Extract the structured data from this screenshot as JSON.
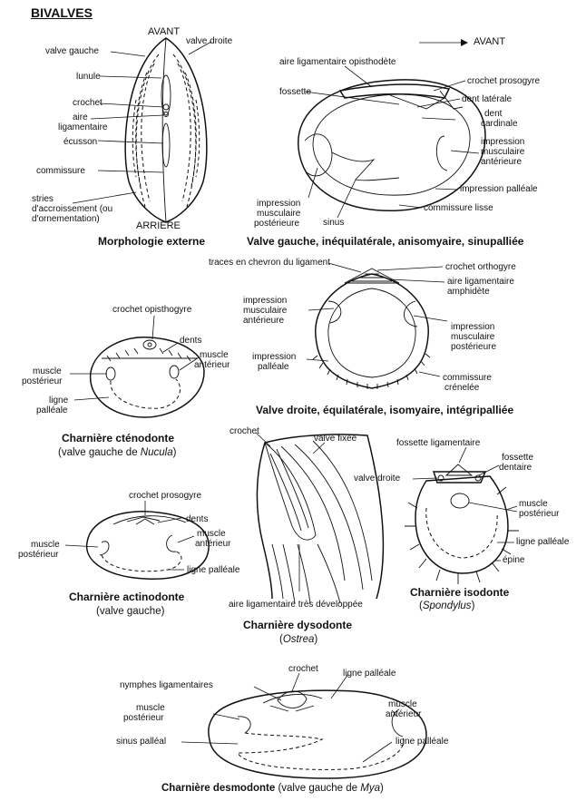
{
  "title": "BIVALVES",
  "panels": {
    "external": {
      "caption": "Morphologie externe",
      "labels": {
        "avant": "AVANT",
        "valve_gauche": "valve gauche",
        "valve_droite": "valve droite",
        "lunule": "lunule",
        "crochet": "crochet",
        "aire": "aire",
        "ligamentaire": "ligamentaire",
        "ecusson": "écusson",
        "commissure": "commissure",
        "stries_1": "stries",
        "stries_2": "d'accroissement (ou",
        "stries_3": "d'ornementation)",
        "arriere": "ARRIERE"
      }
    },
    "left_valve": {
      "caption": "Valve gauche, inéquilatérale, anisomyaire, sinupalliée",
      "labels": {
        "avant_arrow": "AVANT",
        "aire_opistho": "aire ligamentaire opisthodète",
        "crochet_prosogyre": "crochet prosogyre",
        "fossette": "fossette",
        "dent_laterale": "dent latérale",
        "dent_cardinale_1": "dent",
        "dent_cardinale_2": "cardinale",
        "imp_ant_1": "impression",
        "imp_ant_2": "musculaire",
        "imp_ant_3": "antérieure",
        "impression_palleale": "impression palléale",
        "commissure_lisse": "commissure lisse",
        "imp_post_1": "impression",
        "imp_post_2": "musculaire",
        "imp_post_3": "postérieure",
        "sinus": "sinus"
      }
    },
    "right_valve": {
      "caption": "Valve droite, équilatérale, isomyaire, intégripalliée",
      "labels": {
        "traces": "traces en chevron du ligament",
        "crochet_orthogyre": "crochet orthogyre",
        "aire_1": "aire ligamentaire",
        "aire_2": "amphidète",
        "imp_ant_1": "impression",
        "imp_ant_2": "musculaire",
        "imp_ant_3": "antérieure",
        "imp_post_1": "impression",
        "imp_post_2": "musculaire",
        "imp_post_3": "postérieure",
        "imp_pal_1": "impression",
        "imp_pal_2": "palléale",
        "comm_1": "commissure",
        "comm_2": "crénelée"
      }
    },
    "ctenodonte": {
      "caption": "Charnière cténodonte",
      "subtitle_prefix": "(valve gauche de ",
      "subtitle_italic": "Nucula",
      "subtitle_suffix": ")",
      "labels": {
        "crochet": "crochet opisthogyre",
        "dents": "dents",
        "muscle_ant_1": "muscle",
        "muscle_ant_2": "antérieur",
        "muscle_post_1": "muscle",
        "muscle_post_2": "postérieur",
        "ligne_1": "ligne",
        "ligne_2": "palléale"
      }
    },
    "actinodonte": {
      "caption": "Charnière actinodonte",
      "subtitle": "(valve gauche)",
      "labels": {
        "crochet": "crochet prosogyre",
        "dents": "dents",
        "muscle_ant_1": "muscle",
        "muscle_ant_2": "antérieur",
        "muscle_post_1": "muscle",
        "muscle_post_2": "postérieur",
        "ligne": "ligne palléale"
      }
    },
    "dysodonte": {
      "caption": "Charnière dysodonte",
      "subtitle_prefix": "(",
      "subtitle_italic": "Ostrea",
      "subtitle_suffix": ")",
      "labels": {
        "crochet": "crochet",
        "valve_fixee": "valve fixée",
        "aire": "aire ligamentaire très développée"
      }
    },
    "isodonte": {
      "caption": "Charnière isodonte",
      "subtitle_prefix": "(",
      "subtitle_italic": "Spondylus",
      "subtitle_suffix": ")",
      "labels": {
        "fossette_lig": "fossette ligamentaire",
        "fossette_dent_1": "fossette",
        "fossette_dent_2": "dentaire",
        "valve_droite": "valve droite",
        "muscle_1": "muscle",
        "muscle_2": "postérieur",
        "ligne": "ligne palléale",
        "epine": "épine"
      }
    },
    "desmodonte": {
      "caption": "Charnière desmodonte",
      "subtitle_prefix": " (valve gauche de ",
      "subtitle_italic": "Mya",
      "subtitle_suffix": ")",
      "labels": {
        "crochet": "crochet",
        "nymphes": "nymphes ligamentaires",
        "ligne_top": "ligne palléale",
        "muscle_post_1": "muscle",
        "muscle_post_2": "postérieur",
        "muscle_ant_1": "muscle",
        "muscle_ant_2": "antérieur",
        "sinus": "sinus palléal",
        "ligne_right": "ligne palléale"
      }
    }
  }
}
